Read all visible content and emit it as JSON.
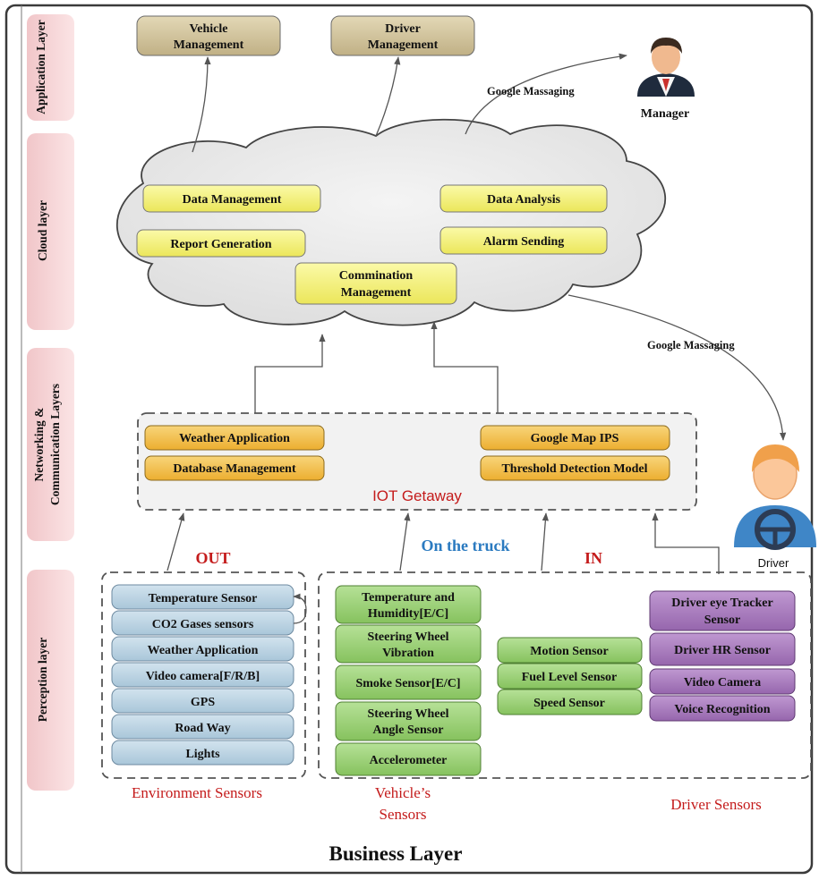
{
  "layers": {
    "application": "Application Layer",
    "cloud": "Cloud layer",
    "networking_line1": "Networking &",
    "networking_line2": "Communication Layers",
    "perception": "Perception layer"
  },
  "application_boxes": {
    "vehicle_line1": "Vehicle",
    "vehicle_line2": "Management",
    "driver_line1": "Driver",
    "driver_line2": "Management"
  },
  "actors": {
    "manager": "Manager",
    "driver": "Driver"
  },
  "messaging": {
    "to_manager": "Google Massaging",
    "to_driver": "Google Massaging"
  },
  "cloud_boxes": {
    "data_management": "Data Management",
    "data_analysis": "Data Analysis",
    "report_generation": "Report Generation",
    "alarm_sending": "Alarm Sending",
    "commination_line1": "Commination",
    "commination_line2": "Management"
  },
  "gateway": {
    "label": "IOT Getaway",
    "weather_application": "Weather Application",
    "database_management": "Database Management",
    "google_map_ips": "Google Map IPS",
    "threshold_detection": "Threshold Detection Model"
  },
  "section_labels": {
    "out": "OUT",
    "on_truck": "On the truck",
    "in": "IN"
  },
  "environment_sensors": {
    "items": [
      "Temperature Sensor",
      "CO2 Gases sensors",
      "Weather Application",
      "Video camera[F/R/B]",
      "GPS",
      "Road Way",
      "Lights"
    ],
    "caption": "Environment Sensors"
  },
  "vehicle_sensors": {
    "temp_line1": "Temperature and",
    "temp_line2": "Humidity[E/C]",
    "steering_vib_line1": "Steering Wheel",
    "steering_vib_line2": "Vibration",
    "smoke": "Smoke Sensor[E/C]",
    "steering_angle_line1": "Steering Wheel",
    "steering_angle_line2": "Angle Sensor",
    "accelerometer": "Accelerometer",
    "motion": "Motion Sensor",
    "fuel": "Fuel Level Sensor",
    "speed": "Speed Sensor",
    "caption_line1": "Vehicle’s",
    "caption_line2": "Sensors"
  },
  "driver_sensors": {
    "eye_line1": "Driver eye Tracker",
    "eye_line2": "Sensor",
    "hr": "Driver HR Sensor",
    "video": "Video Camera",
    "voice": "Voice Recognition",
    "caption": "Driver Sensors"
  },
  "footer": "Business Layer",
  "colors": {
    "app_box": "#cdbf98",
    "cloud_box": "#f4f180",
    "gateway_box": "#f2c250",
    "env_box": "#bcd4e3",
    "vehicle_box": "#9cd278",
    "driver_box": "#a77cbc",
    "layer_tab": "#f6d4d6",
    "red_text": "#c41b1b",
    "blue_text": "#2a7ac0"
  }
}
